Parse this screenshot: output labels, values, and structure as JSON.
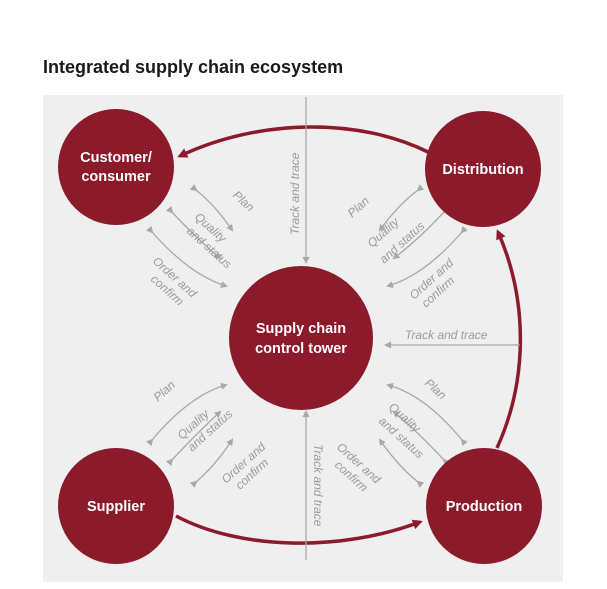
{
  "title": "Integrated supply chain ecosystem",
  "colors": {
    "node": "#8b1a2b",
    "main_arrow": "#8b1a2b",
    "flow_arrow": "#a8a8a8",
    "flow_text": "#9a9a9a",
    "panel": "#efefef"
  },
  "nodes": {
    "customer": {
      "line1": "Customer/",
      "line2": "consumer"
    },
    "distribution": {
      "label": "Distribution"
    },
    "supplier": {
      "label": "Supplier"
    },
    "production": {
      "label": "Production"
    },
    "center": {
      "line1": "Supply chain",
      "line2": "control tower"
    }
  },
  "flows": {
    "plan": "Plan",
    "quality_1": "Quality",
    "quality_2": "and status",
    "order_1": "Order and",
    "order_2": "confirm",
    "track": "Track and trace"
  }
}
